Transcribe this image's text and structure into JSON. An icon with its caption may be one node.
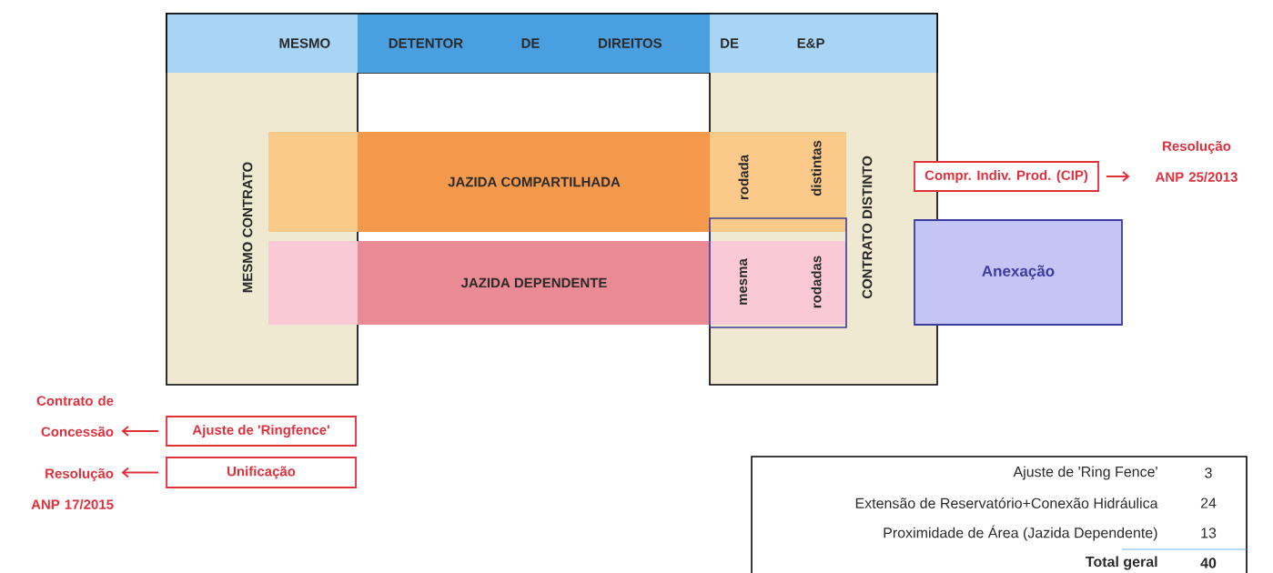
{
  "diagram": {
    "nodes": [
      {
        "text": [
          "MESMO DETENTOR DE DIREITOS DE E&P"
        ]
      },
      {
        "text": [
          "MESMO CONTRATO"
        ]
      },
      {
        "text": [
          "CONTRATO DISTINTO"
        ]
      },
      {
        "text": [
          "JAZIDA COMPARTILHADA",
          "rodada",
          "distintas"
        ]
      },
      {
        "text": [
          "JAZIDA DEPENDENTE"
        ]
      },
      {
        "text": [
          "mesma",
          "rodadas"
        ],
        "in": 2
      },
      {
        "text": [
          "Compr. Indiv. Prod. (CIP)"
        ]
      },
      {
        "text": [
          "Resolução ANP 25/2013"
        ]
      },
      {
        "text": [
          "Anexação"
        ]
      },
      {
        "text": [
          "Ajuste de 'Ringfence'"
        ]
      },
      {
        "text": [
          "Contrato de Concessão"
        ]
      },
      {
        "text": [
          "Unificação"
        ]
      },
      {
        "text": [
          "Resolução ANP 17/2015"
        ]
      }
    ],
    "edges": [
      {
        "from": 6,
        "to": 7,
        "arrow": "to"
      },
      {
        "from": 9,
        "to": 10,
        "arrow": "to"
      },
      {
        "from": 11,
        "to": 12,
        "arrow": "to"
      }
    ],
    "labels": [
      "Ajuste de 'Ring Fence'",
      "3",
      "Extensão de Reservatório+Conexão Hidráulica",
      "24",
      "Proximidade de Área (Jazida Dependente)",
      "13",
      "Total geral",
      "40"
    ]
  }
}
